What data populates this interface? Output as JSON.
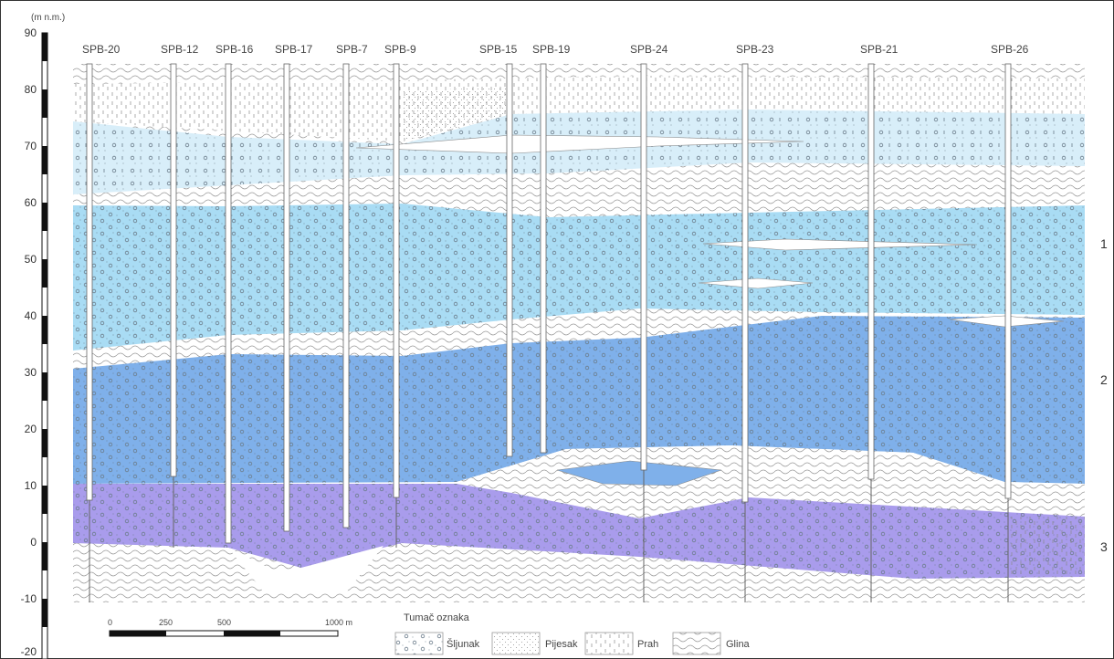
{
  "unit_label": "(m n.m.)",
  "y_ticks": [
    "90",
    "80",
    "70",
    "60",
    "50",
    "40",
    "30",
    "20",
    "10",
    "0",
    "-10",
    "-20"
  ],
  "boreholes": [
    "SPB-20",
    "SPB-12",
    "SPB-16",
    "SPB-17",
    "SPB-7",
    "SPB-9",
    "SPB-15",
    "SPB-19",
    "SPB-24",
    "SPB-23",
    "SPB-21",
    "SPB-26"
  ],
  "aquifer_labels": [
    "1",
    "2",
    "3"
  ],
  "scale_bar": {
    "ticks": [
      "0",
      "250",
      "500",
      "1000 m"
    ]
  },
  "legend": {
    "title": "Tumač oznaka",
    "items": [
      {
        "label": "Šljunak",
        "icon": "gravel-pattern"
      },
      {
        "label": "Pijesak",
        "icon": "sand-pattern"
      },
      {
        "label": "Prah",
        "icon": "silt-pattern"
      },
      {
        "label": "Glina",
        "icon": "clay-pattern"
      }
    ]
  },
  "colors": {
    "layer_top": "#d8eef9",
    "aquifer_1": "#a9dcf4",
    "aquifer_2": "#7fb0ea",
    "aquifer_3": "#a99cec",
    "clay_line": "#999999"
  }
}
